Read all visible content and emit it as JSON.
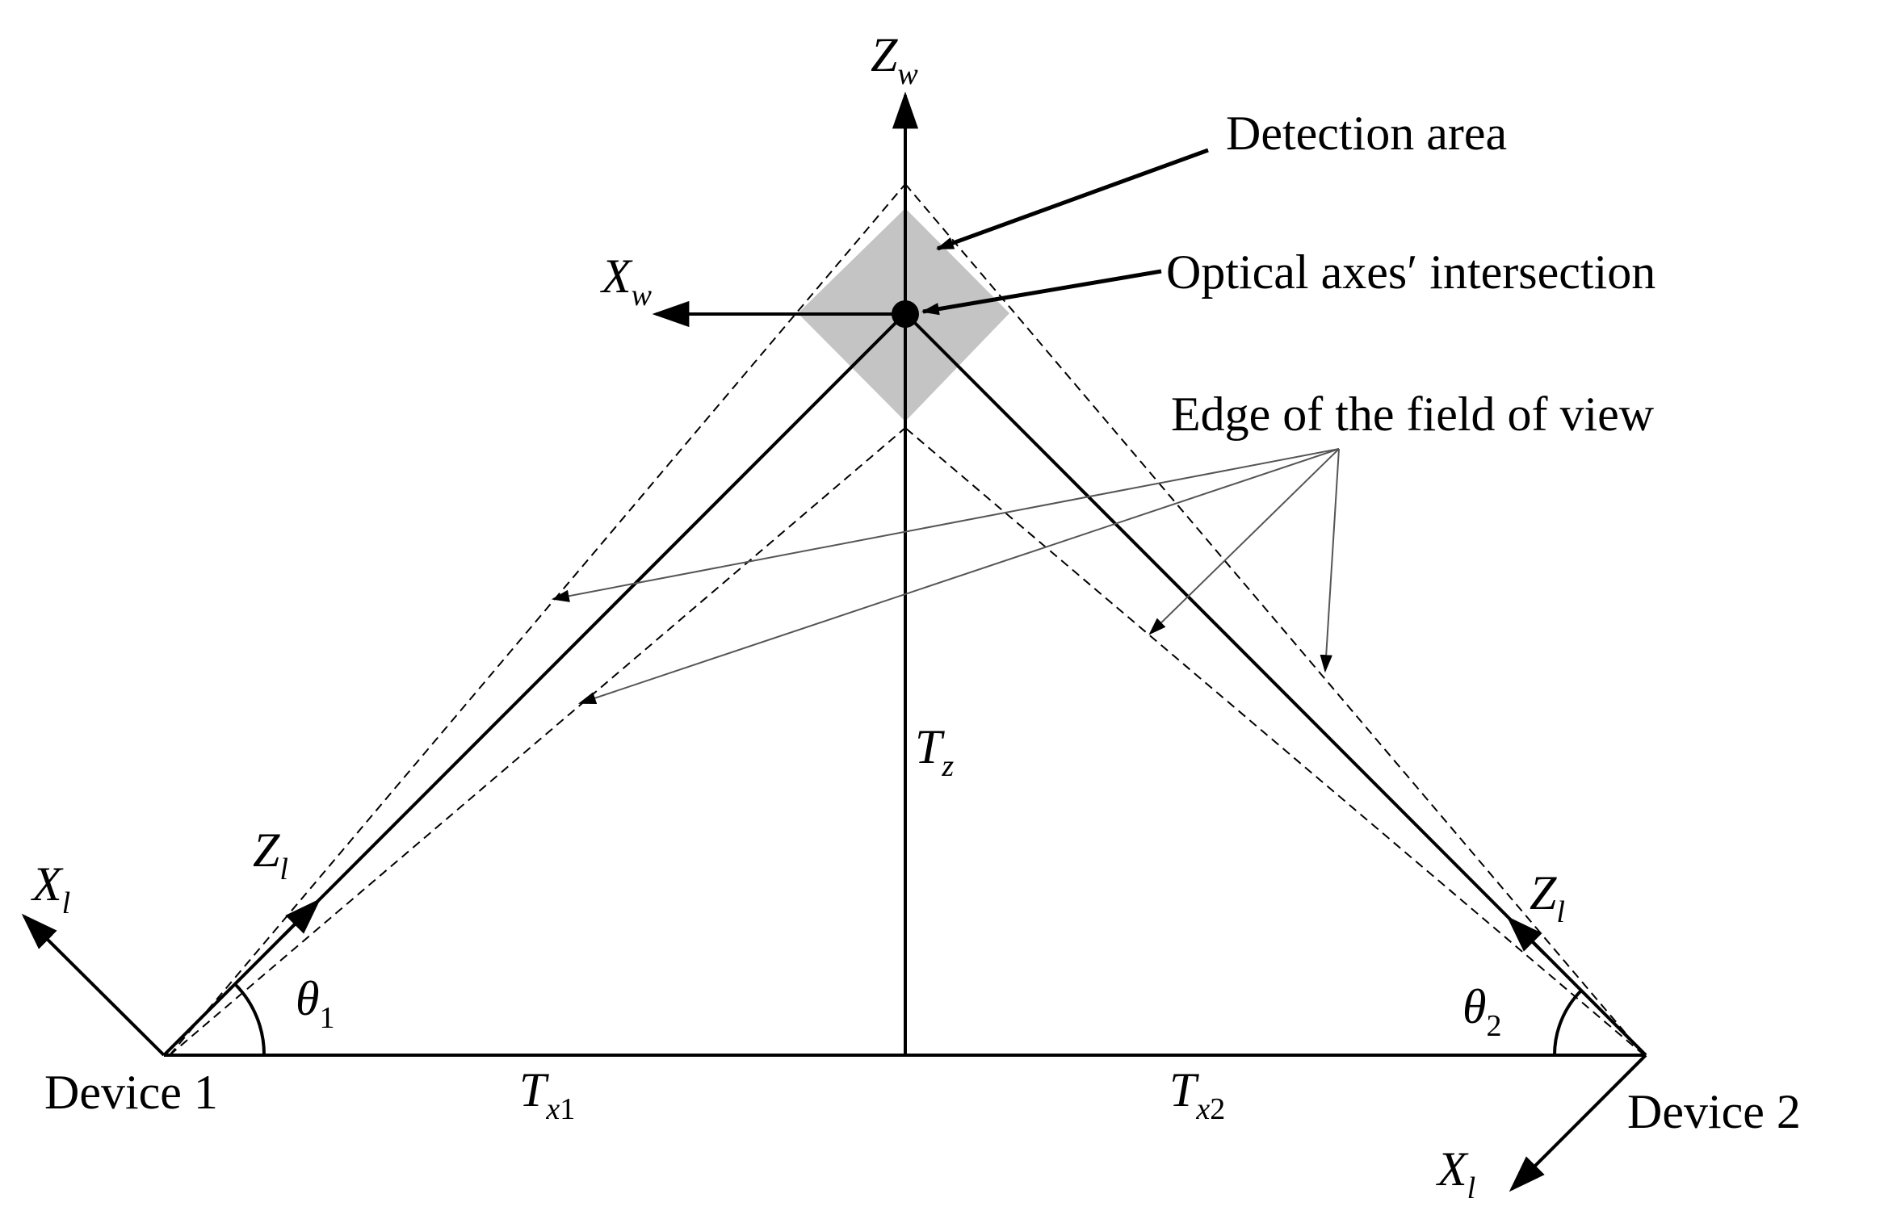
{
  "labels": {
    "detection_area": "Detection area",
    "optical_intersection": "Optical axes′ intersection",
    "fov_edge": "Edge of the field of view",
    "device1": "Device 1",
    "device2": "Device 2"
  },
  "axes": {
    "zw": {
      "main": "Z",
      "sub": "w"
    },
    "xw": {
      "main": "X",
      "sub": "w"
    },
    "tz": {
      "main": "T",
      "sub": "z"
    },
    "tx1": {
      "main": "T",
      "sub": "x",
      "subnum": "1"
    },
    "tx2": {
      "main": "T",
      "sub": "x",
      "subnum": "2"
    },
    "zl_left": {
      "main": "Z",
      "sub": "l"
    },
    "xl_left": {
      "main": "X",
      "sub": "l"
    },
    "zl_right": {
      "main": "Z",
      "sub": "l"
    },
    "xl_right": {
      "main": "X",
      "sub": "l"
    },
    "theta1": {
      "main": "θ",
      "subnum": "1"
    },
    "theta2": {
      "main": "θ",
      "subnum": "2"
    }
  },
  "colors": {
    "line": "#000000",
    "detection_fill": "#c4c4c4",
    "thin_arrow": "#555555"
  }
}
